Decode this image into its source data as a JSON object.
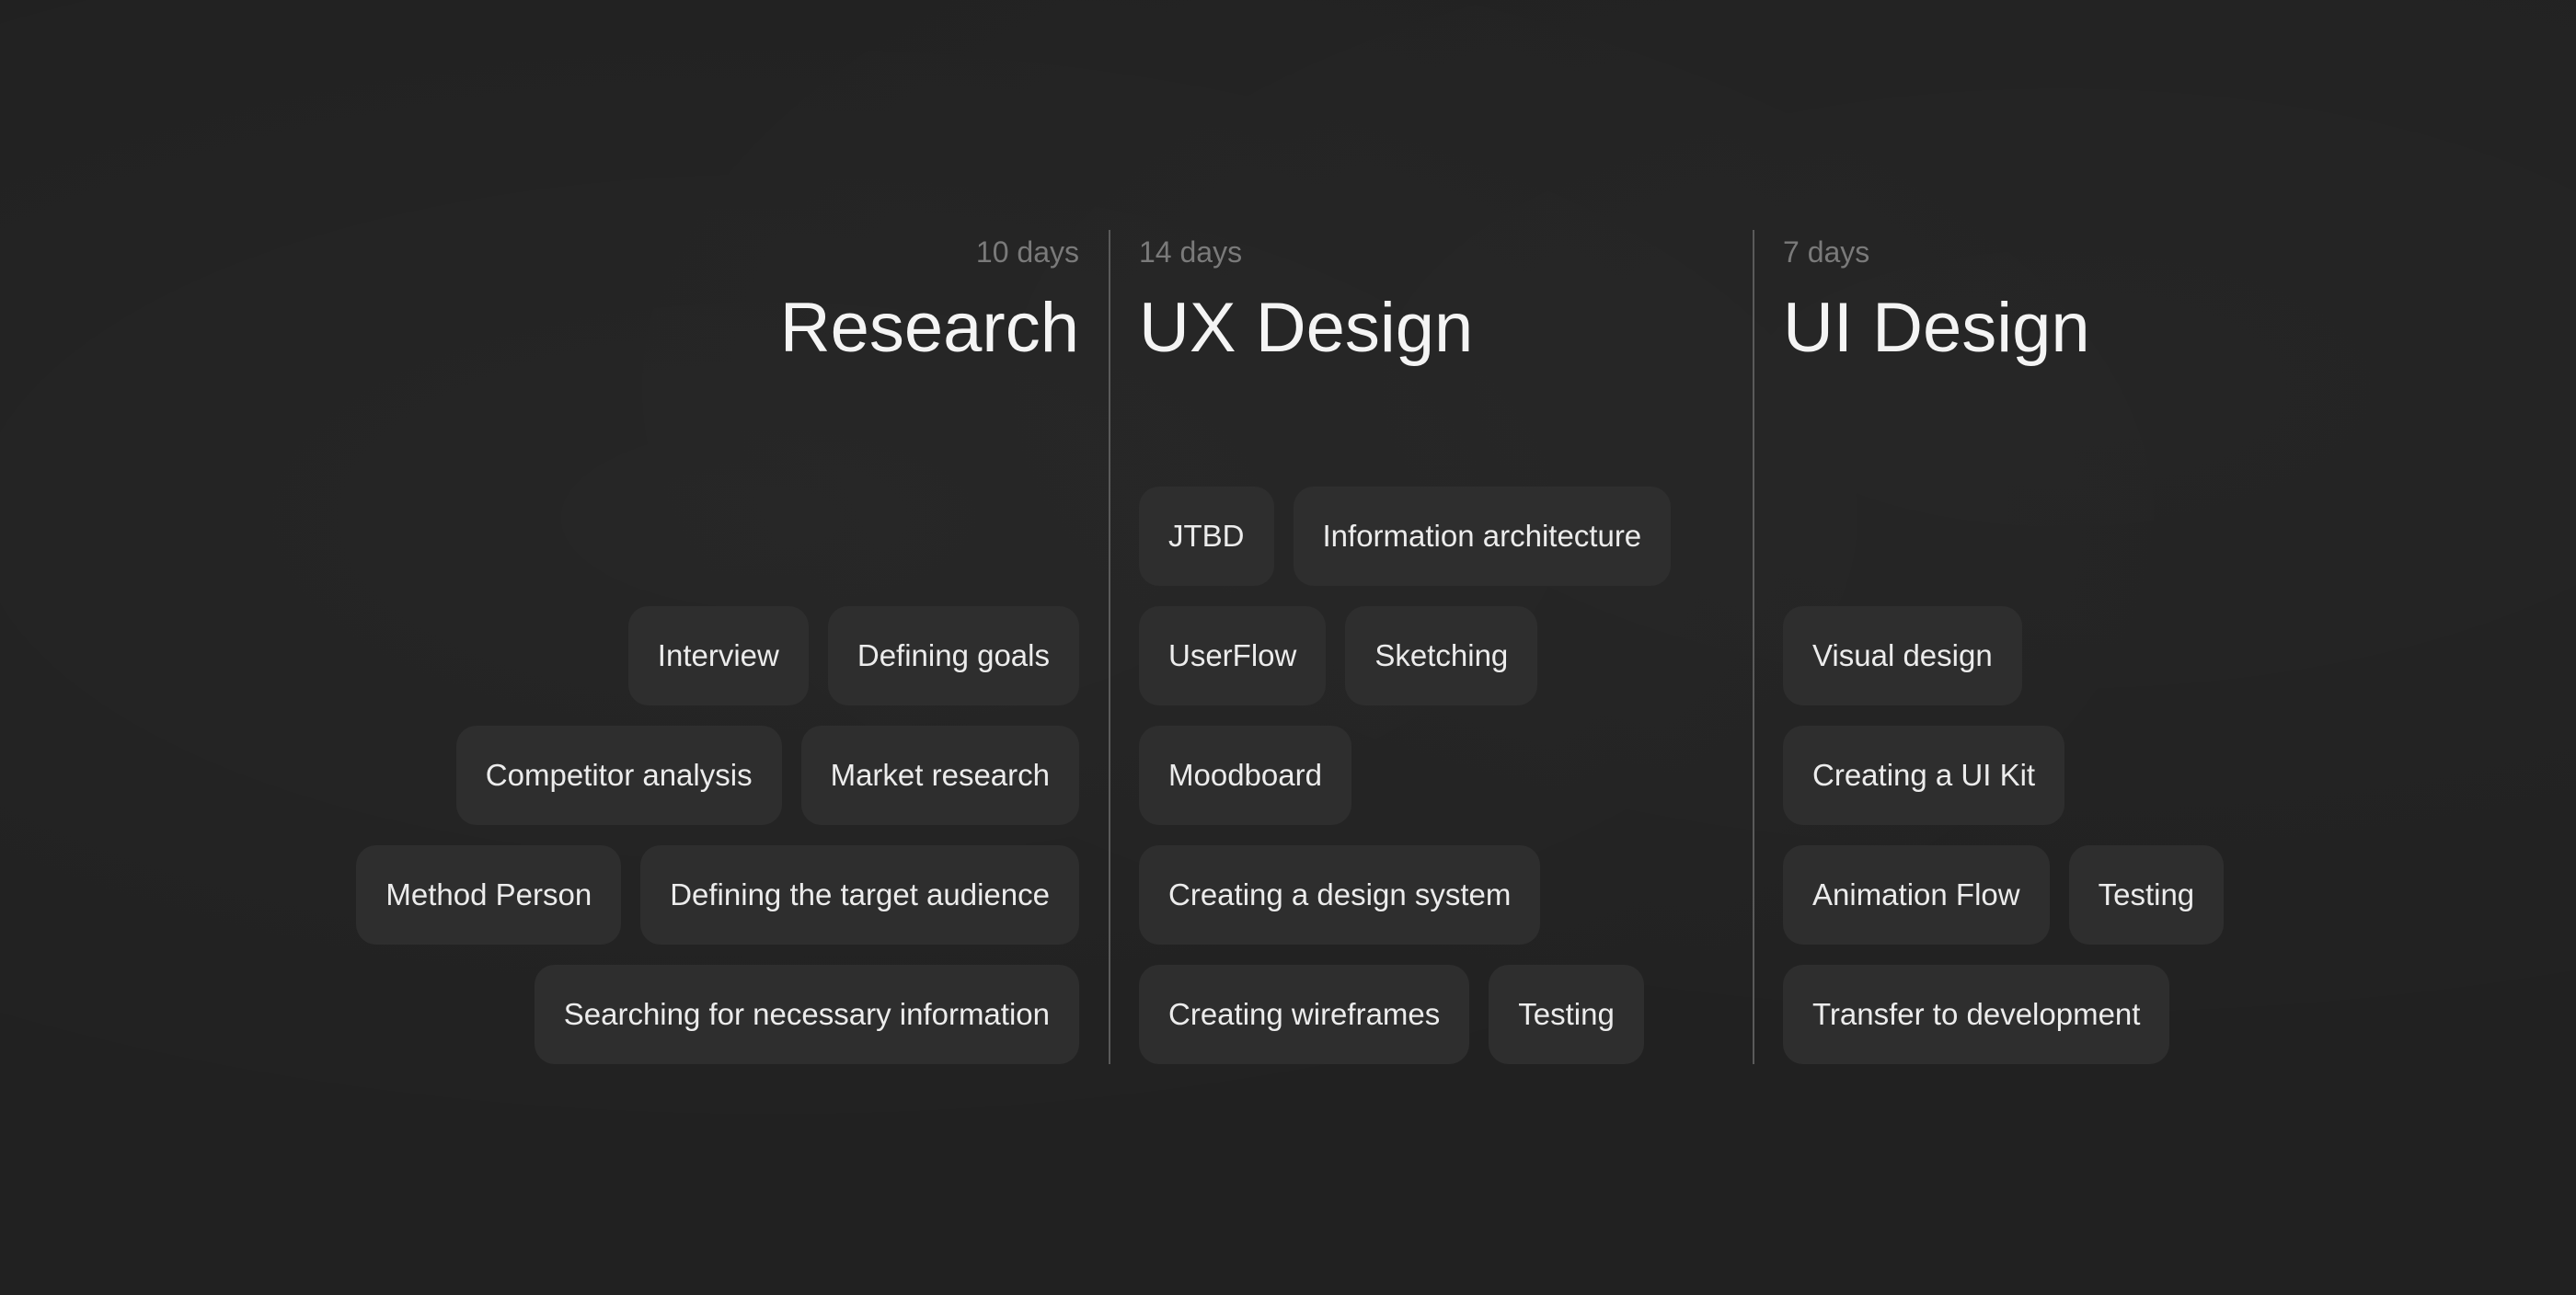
{
  "columns": [
    {
      "days": "10 days",
      "title": "Research",
      "rows": [
        [
          "Interview",
          "Defining goals"
        ],
        [
          "Competitor analysis",
          "Market research"
        ],
        [
          "Method Person",
          "Defining the target audience"
        ],
        [
          "Searching for necessary information"
        ]
      ]
    },
    {
      "days": "14 days",
      "title": "UX Design",
      "rows": [
        [
          "JTBD",
          "Information architecture"
        ],
        [
          "UserFlow",
          "Sketching"
        ],
        [
          "Moodboard"
        ],
        [
          "Creating a design system"
        ],
        [
          "Creating wireframes",
          "Testing"
        ]
      ]
    },
    {
      "days": "7 days",
      "title": "UI Design",
      "rows": [
        [
          "Visual design"
        ],
        [
          "Creating a UI Kit"
        ],
        [
          "Animation Flow",
          "Testing"
        ],
        [
          "Transfer to development"
        ]
      ]
    }
  ]
}
